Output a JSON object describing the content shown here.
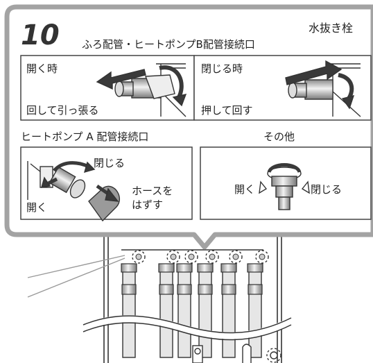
{
  "step_number": "10",
  "section_title": "水抜き栓",
  "bath_heatpump_b": {
    "heading": "ふろ配管・ヒートポンプB配管接続口",
    "open": {
      "title": "開く時",
      "instruction": "回して引っ張る"
    },
    "close": {
      "title": "閉じる時",
      "instruction": "押して回す"
    }
  },
  "heatpump_a": {
    "heading": "ヒートポンプ A 配管接続口",
    "close_label": "閉じる",
    "open_label": "開く",
    "hose_line1": "ホースを",
    "hose_line2": "はずす"
  },
  "others": {
    "heading": "その他",
    "open_label": "開く",
    "close_label": "閉じる"
  },
  "colors": {
    "frame": "#a3a3a3",
    "frame_fill": "#ffffff",
    "line": "#333333",
    "pipe_fill": "#e6e6e6",
    "arrow_dark": "#3a3a3a"
  }
}
